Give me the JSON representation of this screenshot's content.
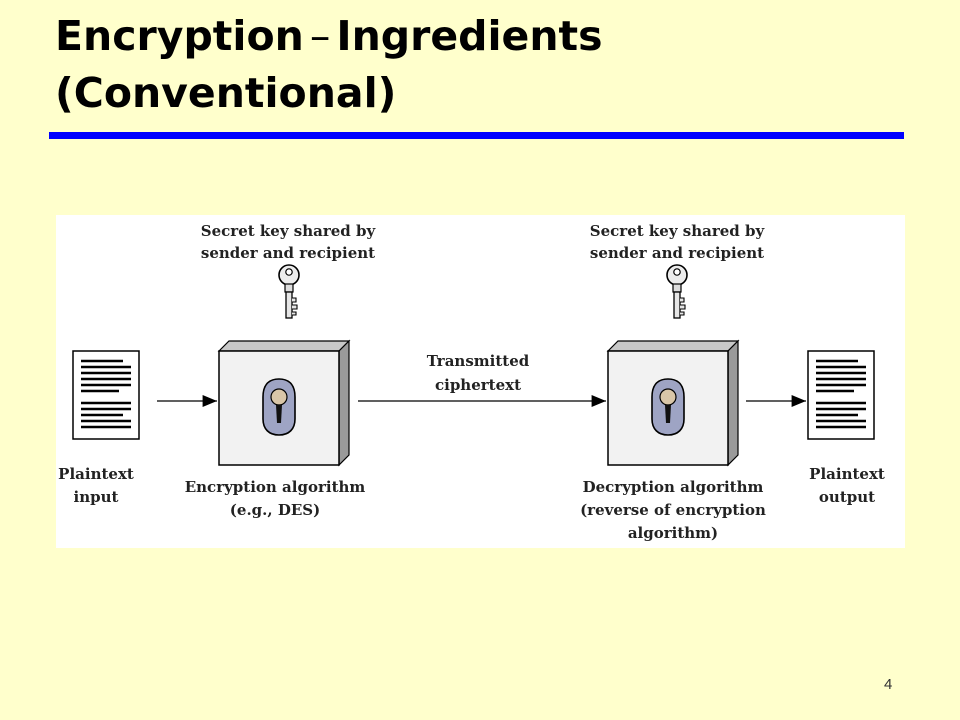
{
  "slide": {
    "title_line1_part1": "Encryption",
    "title_dash": "–",
    "title_line1_part2": "Ingredients",
    "title_line2": "(Conventional)",
    "page_number": "4"
  },
  "colors": {
    "background": "#ffffcc",
    "title_rule": "#0000ff",
    "figure_background": "#ffffff",
    "box_front": "#f2f2f2",
    "box_side": "#9a9a9a",
    "keyhole_plate": "#9ea4c4"
  },
  "diagram": {
    "key_label_left_1": "Secret key shared by",
    "key_label_left_2": "sender and recipient",
    "key_label_right_1": "Secret key shared by",
    "key_label_right_2": "sender and recipient",
    "transmit_label_1": "Transmitted",
    "transmit_label_2": "ciphertext",
    "plaintext_in_1": "Plaintext",
    "plaintext_in_2": "input",
    "plaintext_out_1": "Plaintext",
    "plaintext_out_2": "output",
    "encrypt_label_1": "Encryption algorithm",
    "encrypt_label_2": "(e.g., DES)",
    "decrypt_label_1": "Decryption algorithm",
    "decrypt_label_2": "(reverse of encryption",
    "decrypt_label_3": "algorithm)",
    "icons": [
      "key-icon",
      "keyhole-icon",
      "document-icon",
      "arrow-icon"
    ]
  }
}
